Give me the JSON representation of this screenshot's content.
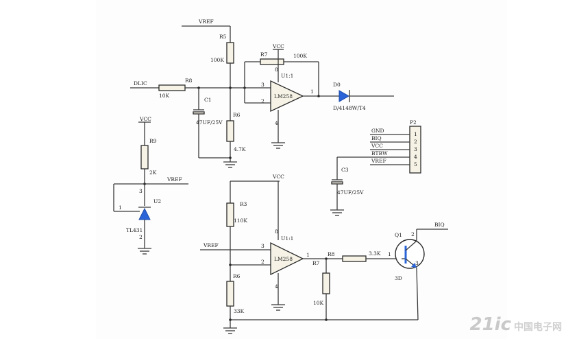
{
  "diagram": {
    "nets": {
      "vref_top": "VREF",
      "vcc_top": "VCC",
      "dlic": "DLIC",
      "vcc_left": "VCC",
      "vref_mid": "VREF",
      "vcc_bottom": "VCC",
      "vref_bottom": "VREF",
      "biq": "BIQ"
    },
    "components": {
      "r5": {
        "ref": "R5",
        "value": "100K"
      },
      "r7_top": {
        "ref": "R7",
        "value": "100K"
      },
      "r8_top": {
        "ref": "R8",
        "value": "10K"
      },
      "c1": {
        "ref": "C1",
        "value": "47UF/25V"
      },
      "r6_top": {
        "ref": "R6",
        "value": "4.7K"
      },
      "u1_top": {
        "ref": "U1:1",
        "part": "LM258",
        "pin_plus": "3",
        "pin_minus": "2",
        "pin_out": "1",
        "pin_vcc": "8",
        "pin_gnd": "4"
      },
      "d0": {
        "ref": "D0",
        "part": "D/4148W/T4"
      },
      "r9": {
        "ref": "R9",
        "value": "2K"
      },
      "u2": {
        "ref": "U2",
        "part": "TL431",
        "pin_ref": "1",
        "pin_k": "3",
        "pin_a": "2"
      },
      "p2": {
        "ref": "P2",
        "pins": [
          "1",
          "2",
          "3",
          "4",
          "5"
        ],
        "signals": [
          "GND",
          "BIQ",
          "VCC",
          "BTBW",
          "VREF"
        ]
      },
      "c3": {
        "ref": "C3",
        "value": "47UF/25V"
      },
      "r3": {
        "ref": "R3",
        "value": "110K"
      },
      "r6_bot": {
        "ref": "R6",
        "value": "33K"
      },
      "u1_bot": {
        "ref": "U1:1",
        "part": "LM258",
        "pin_plus": "3",
        "pin_minus": "2",
        "pin_out": "1",
        "pin_vcc": "8",
        "pin_gnd": "4"
      },
      "r7_bot": {
        "ref": "R7",
        "value": "10K"
      },
      "r8_bot": {
        "ref": "R8",
        "value": "3.3K"
      },
      "q1": {
        "ref": "Q1",
        "part": "3D",
        "pin_b": "1",
        "pin_c": "2",
        "pin_e": "3"
      }
    }
  },
  "watermark": {
    "logo": "21ic",
    "text": "中国电子网"
  }
}
